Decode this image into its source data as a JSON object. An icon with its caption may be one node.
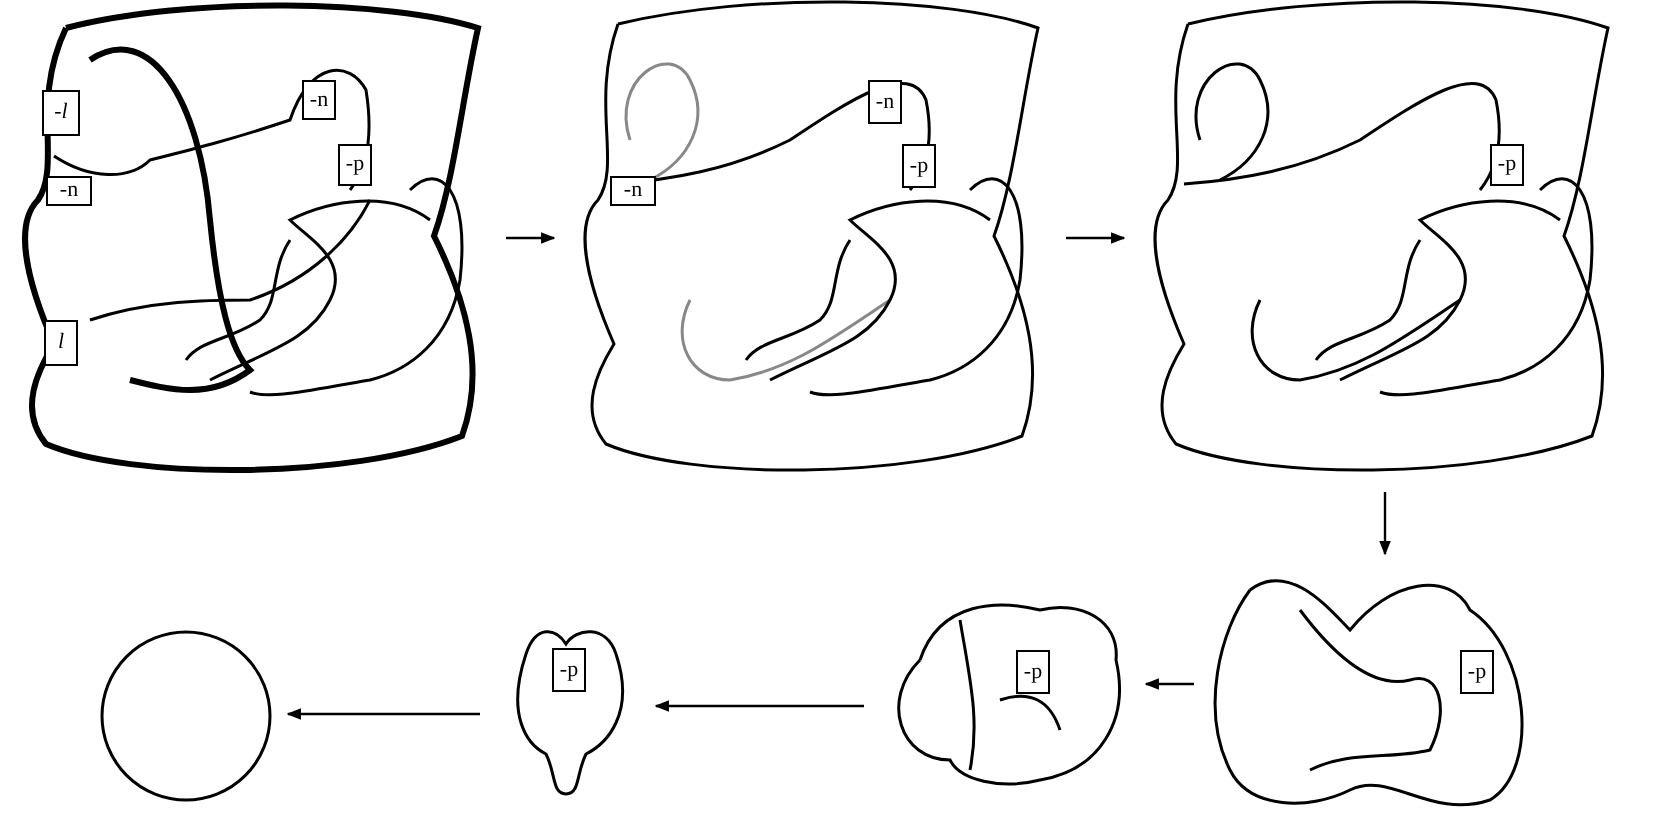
{
  "diagram": {
    "nodes": [
      {
        "text": [],
        "shape": "picture"
      },
      {
        "text": [
          "-*l*"
        ],
        "in": 0
      },
      {
        "text": [
          "-n"
        ],
        "in": 0
      },
      {
        "text": [
          "-n"
        ],
        "in": 0
      },
      {
        "text": [
          "-p"
        ],
        "in": 0
      },
      {
        "text": [
          "l"
        ],
        "in": 0
      },
      {
        "text": [],
        "shape": "picture"
      },
      {
        "text": [
          "-n"
        ],
        "in": 6
      },
      {
        "text": [
          "-n"
        ],
        "in": 6
      },
      {
        "text": [
          "-p"
        ],
        "in": 6
      },
      {
        "text": [],
        "shape": "picture"
      },
      {
        "text": [
          "-p"
        ],
        "in": 10
      },
      {
        "text": [],
        "shape": "picture"
      },
      {
        "text": [
          "-p"
        ],
        "in": 12
      },
      {
        "text": [],
        "shape": "picture"
      },
      {
        "text": [
          "-p"
        ],
        "in": 14
      },
      {
        "text": [],
        "shape": "picture"
      },
      {
        "text": [
          "-p"
        ],
        "in": 16
      },
      {
        "text": [],
        "shape": "circle"
      }
    ],
    "edges": [
      {
        "from": 0,
        "to": 6,
        "arrow": "to"
      },
      {
        "from": 6,
        "to": 10,
        "arrow": "to"
      },
      {
        "from": 10,
        "to": 12,
        "arrow": "to"
      },
      {
        "from": 12,
        "to": 14,
        "arrow": "to"
      },
      {
        "from": 14,
        "to": 16,
        "arrow": "to"
      },
      {
        "from": 16,
        "to": 18,
        "arrow": "to"
      }
    ]
  }
}
